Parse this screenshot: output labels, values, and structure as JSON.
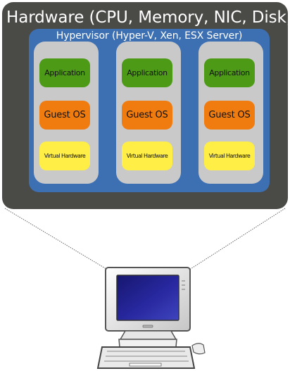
{
  "diagram": {
    "hardware_title": "Hardware (CPU, Memory, NIC, Disk)",
    "hypervisor_title": "Hypervisor (Hyper-V, Xen, ESX Server)",
    "virtual_machines": [
      {
        "application": "Application",
        "guest_os": "Guest OS",
        "virtual_hardware": "Virtual Hardware"
      },
      {
        "application": "Application",
        "guest_os": "Guest OS",
        "virtual_hardware": "Virtual Hardware"
      },
      {
        "application": "Application",
        "guest_os": "Guest OS",
        "virtual_hardware": "Virtual Hardware"
      }
    ],
    "computer_icon": "computer-monitor-keyboard-icon"
  },
  "colors": {
    "hardware": "#4a4a47",
    "hypervisor": "#3d6fb3",
    "vm": "#c9c9c9",
    "application": "#4d9a17",
    "guest_os": "#f07c10",
    "virtual_hardware": "#ffee45"
  }
}
